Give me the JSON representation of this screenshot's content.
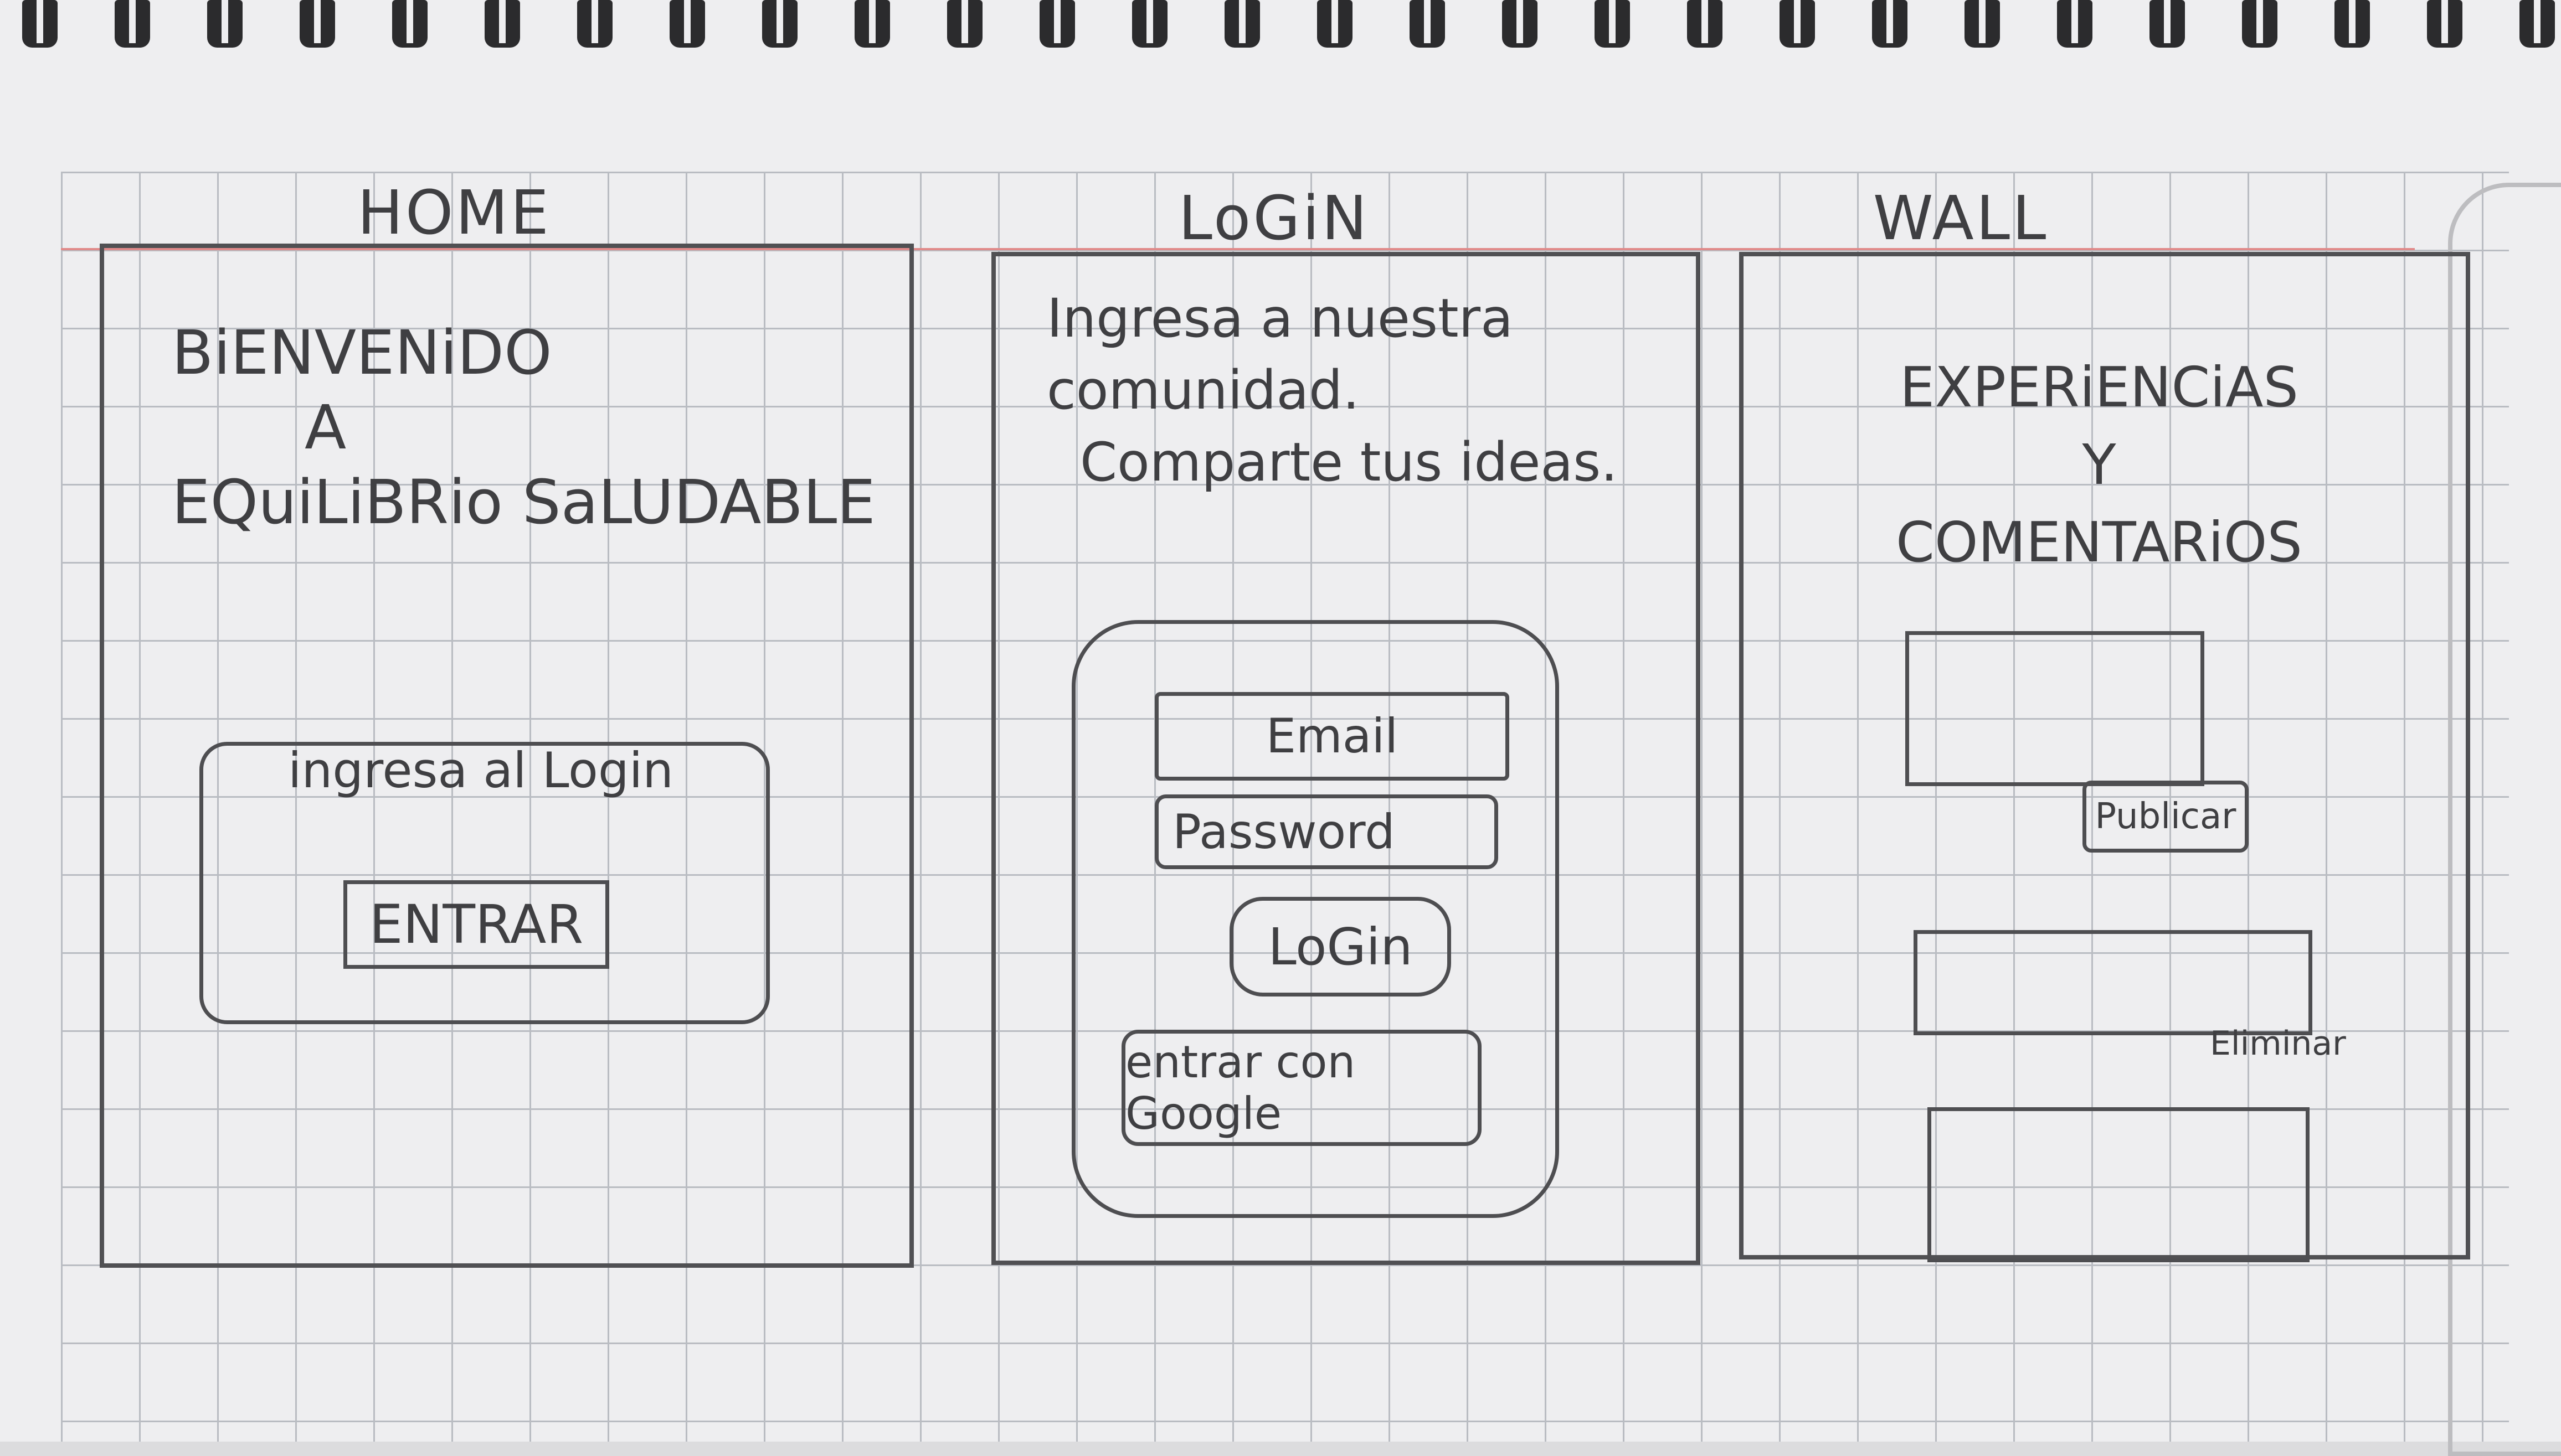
{
  "screens": {
    "home": {
      "title": "HOME",
      "welcome": {
        "line1": "BiENVENiDO",
        "line2": "A",
        "line3": "EQuiLiBRio SaLUDABLE"
      },
      "card_label": "ingresa al Login",
      "enter_button": "ENTRAR"
    },
    "login": {
      "title": "LoGiN",
      "intro": {
        "line1": "Ingresa a nuestra",
        "line2": "comunidad.",
        "line3": "Comparte tus ideas."
      },
      "email_field": "Email",
      "password_field": "Password",
      "login_button": "LoGin",
      "google_button": "entrar con Google"
    },
    "wall": {
      "title": "WALL",
      "heading": {
        "line1": "EXPERiENCiAS",
        "line2": "Y",
        "line3": "COMENTARiOS"
      },
      "publish_button": "Publicar",
      "delete_link": "Eliminar"
    }
  }
}
